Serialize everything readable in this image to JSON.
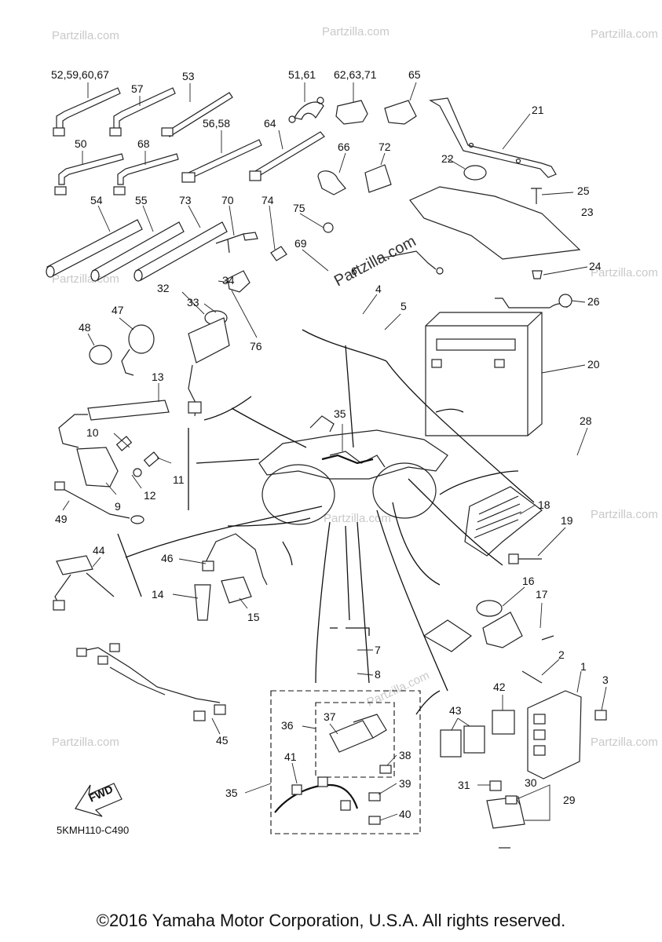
{
  "diagram": {
    "diagram_code": "5KMH110-C490",
    "fwd_label": "FWD",
    "watermark_main": "Partzilla.com",
    "watermark_small": "Partzilla.com",
    "copyright": "©2016 Yamaha Motor Corporation, U.S.A. All rights reserved."
  },
  "callouts": [
    "52,59,60,67",
    "57",
    "53",
    "51,61",
    "62,63,71",
    "65",
    "21",
    "50",
    "68",
    "56,58",
    "64",
    "66",
    "72",
    "22",
    "25",
    "54",
    "55",
    "73",
    "70",
    "74",
    "75",
    "23",
    "69",
    "6",
    "24",
    "34",
    "32",
    "33",
    "4",
    "26",
    "47",
    "48",
    "76",
    "5",
    "20",
    "13",
    "35",
    "28",
    "10",
    "11",
    "12",
    "9",
    "49",
    "18",
    "19",
    "44",
    "46",
    "14",
    "15",
    "16",
    "17",
    "7",
    "8",
    "2",
    "1",
    "3",
    "42",
    "43",
    "37",
    "36",
    "45",
    "41",
    "38",
    "39",
    "35",
    "31",
    "30",
    "29",
    "40"
  ]
}
